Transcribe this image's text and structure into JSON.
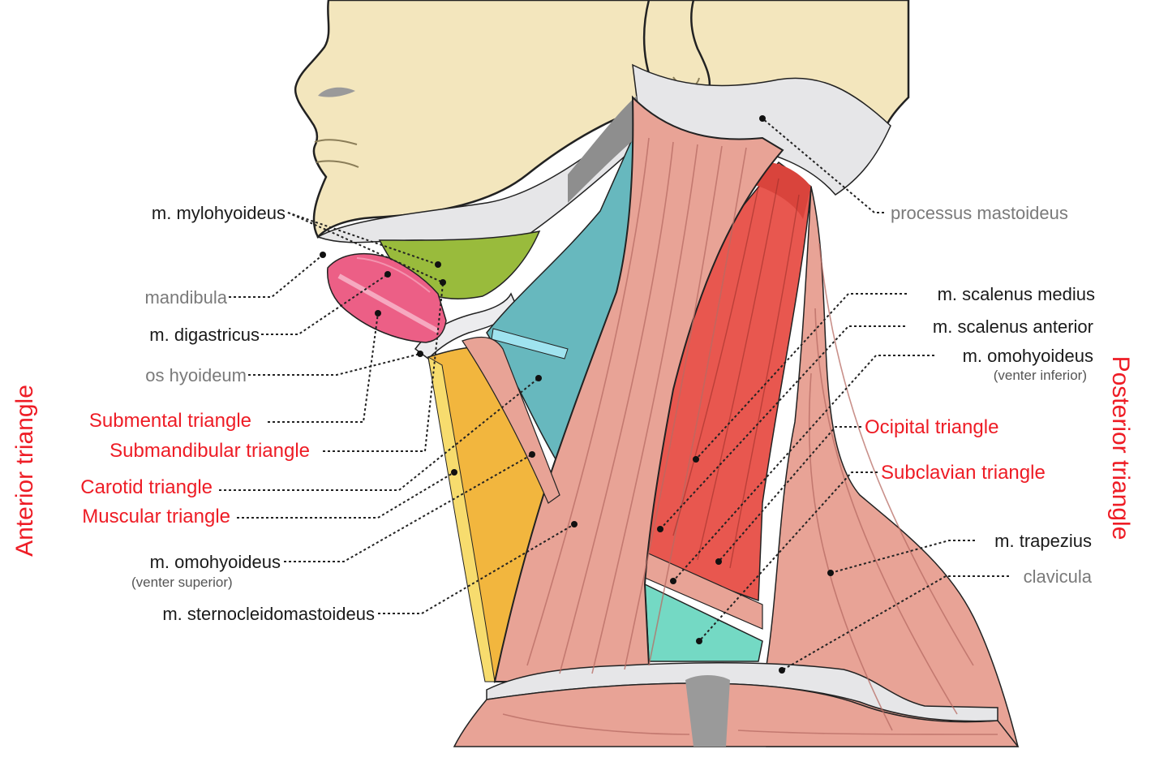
{
  "labels": {
    "mylohyoideus": "m. mylohyoideus",
    "mandibula": "mandibula",
    "digastricus": "m. digastricus",
    "os_hyoideum": "os hyoideum",
    "submental_triangle": "Submental triangle",
    "submandibular_triangle": "Submandibular triangle",
    "carotid_triangle": "Carotid triangle",
    "muscular_triangle": "Muscular triangle",
    "omohyoideus_superior": "m. omohyoideus",
    "omohyoideus_superior_sub": "(venter superior)",
    "sternocleidomastoideus": "m. sternocleidomastoideus",
    "processus_mastoideus": "processus mastoideus",
    "scalenus_medius": "m. scalenus medius",
    "scalenus_anterior": "m. scalenus anterior",
    "omohyoideus_inferior": "m. omohyoideus",
    "omohyoideus_inferior_sub": "(venter inferior)",
    "occipital_triangle": "Ocipital triangle",
    "subclavian_triangle": "Subclavian triangle",
    "trapezius": "m. trapezius",
    "clavicula": "clavicula",
    "anterior_triangle": "Anterior triangle",
    "posterior_triangle": "Posterior triangle"
  },
  "colors": {
    "skin": "#f3e6bd",
    "bone": "#e6e6e8",
    "muscle": "#e8a396",
    "scalene": "#e8574f",
    "muscular_triangle_fill": "#f2b63e",
    "carotid_triangle_fill": "#67b8be",
    "submandibular_fill": "#99bb3c",
    "digastric_fill": "#ec5f86",
    "subclavian_fill": "#74d9c4",
    "label_red": "#ee1c25"
  }
}
